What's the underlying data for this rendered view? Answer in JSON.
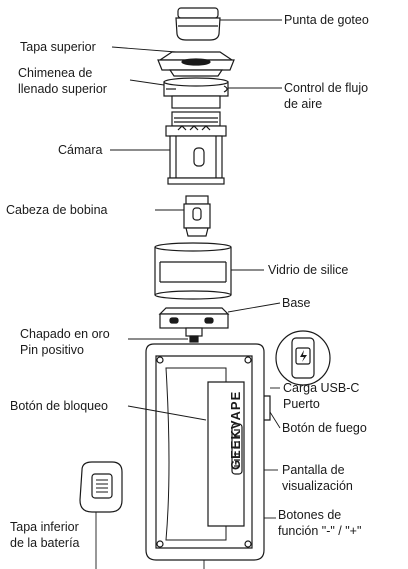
{
  "labels": {
    "drip_tip": "Punta de goteo",
    "top_cap": "Tapa superior",
    "top_fill_chimney_1": "Chimenea de",
    "top_fill_chimney_2": "llenado superior",
    "airflow_control_1": "Control de flujo",
    "airflow_control_2": "de aire",
    "chamber": "Cámara",
    "coil_head": "Cabeza de bobina",
    "silica_glass": "Vidrio de silice",
    "base": "Base",
    "gold_pin_1": "Chapado en oro",
    "gold_pin_2": "Pin positivo",
    "usbc_1": "Carga USB-C",
    "usbc_2": "Puerto",
    "lock_button": "Botón de bloqueo",
    "fire_button": "Botón de fuego",
    "display_1": "Pantalla de",
    "display_2": "visualización",
    "function_buttons_1": "Botones de",
    "function_buttons_2": "función \"-\" / \"+\"",
    "battery_cap_1": "Tapa inferior",
    "battery_cap_2": "de la batería"
  },
  "device": {
    "brand": "GEEKVAPE"
  }
}
